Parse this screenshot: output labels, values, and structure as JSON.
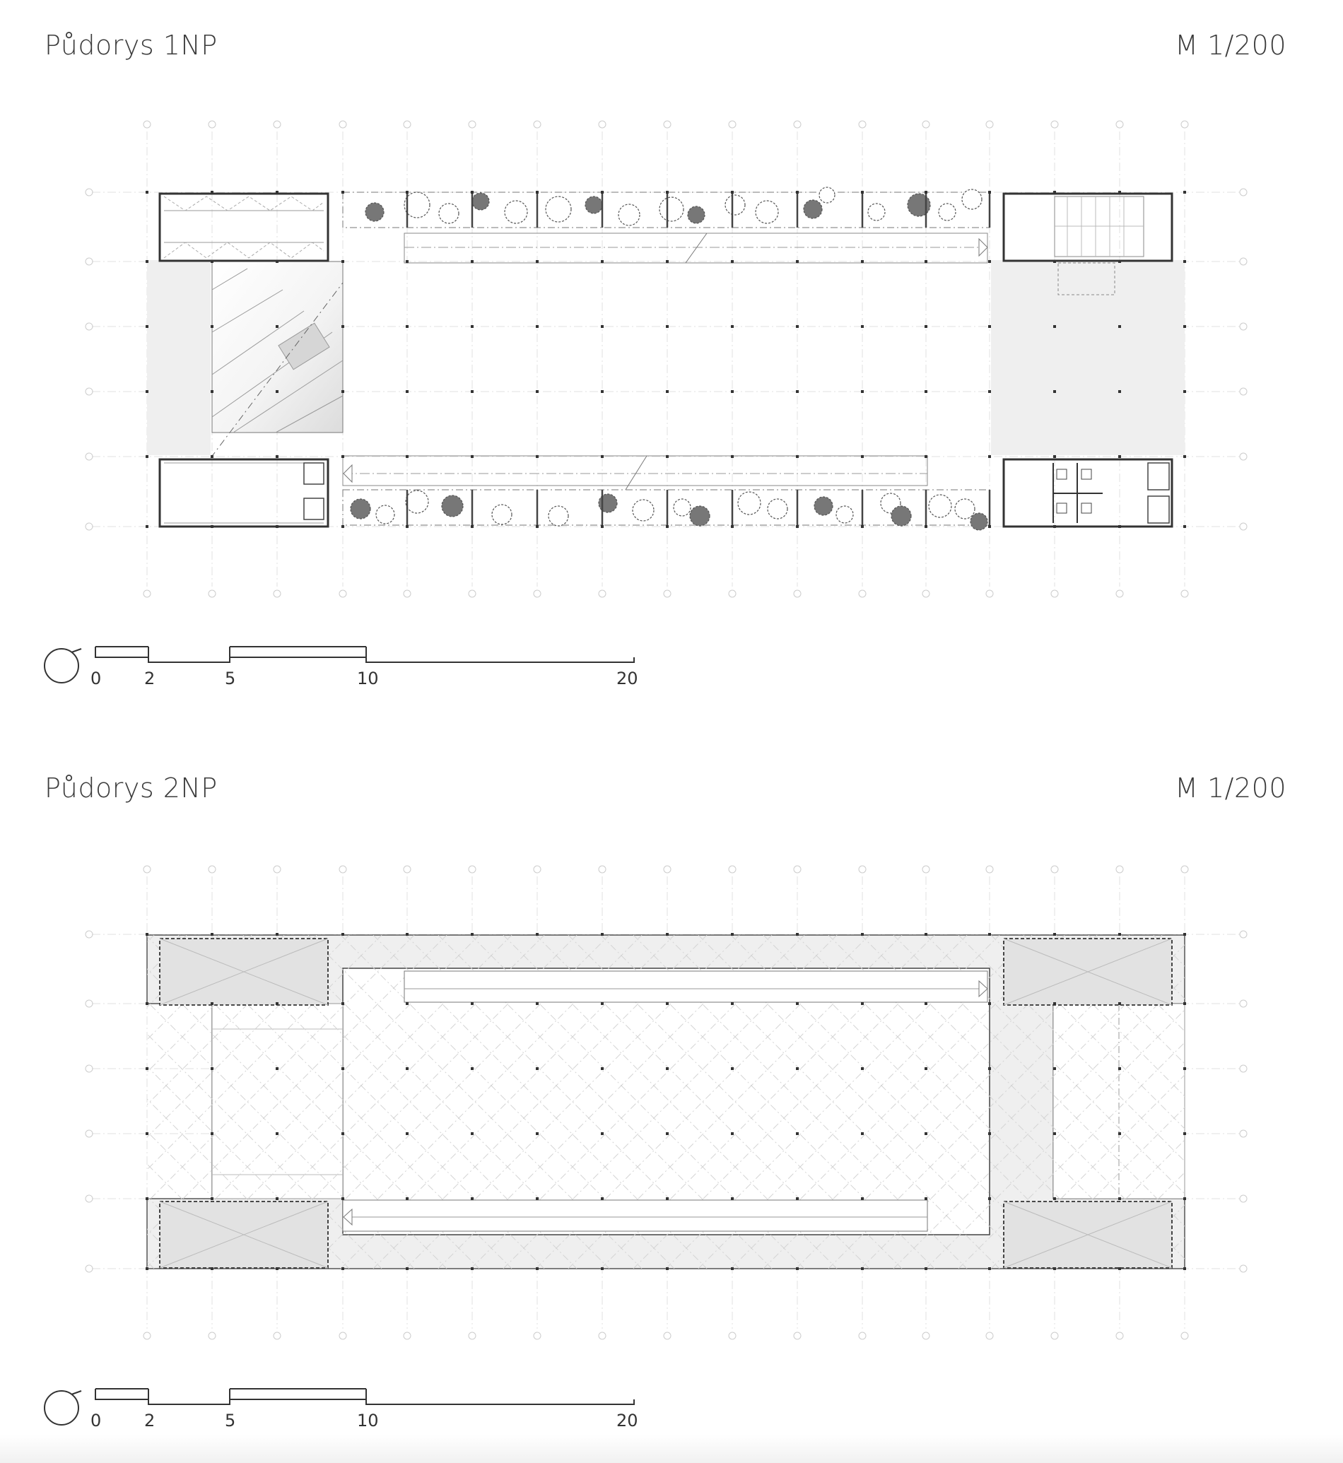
{
  "plan_1np": {
    "title": "Půdorys 1NP",
    "scale": "M 1/200",
    "scalebar": {
      "ticks": [
        "0",
        "2",
        "5",
        "10",
        "20"
      ]
    }
  },
  "plan_2np": {
    "title": "Půdorys 2NP",
    "scale": "M 1/200",
    "scalebar": {
      "ticks": [
        "0",
        "2",
        "5",
        "10",
        "20"
      ]
    }
  },
  "colors": {
    "line": "#3a3a3a",
    "grid": "#d8d8d8",
    "fill_light": "#efefef",
    "fill_mid": "#e2e2e2"
  }
}
